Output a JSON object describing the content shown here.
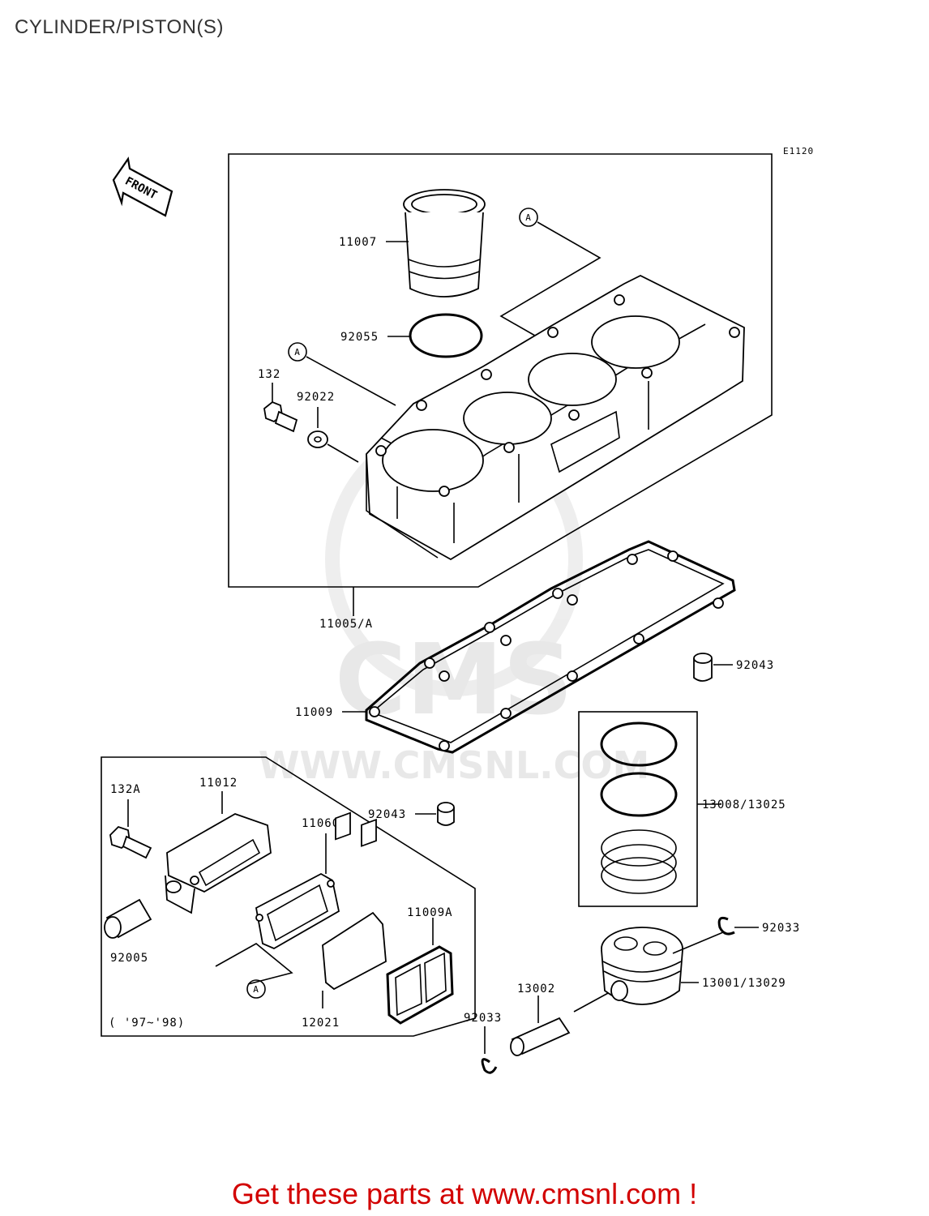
{
  "title": "CYLINDER/PISTON(S)",
  "diagram_code": "E1120",
  "front_label": "FRONT",
  "watermark": {
    "big": "CMS",
    "url": "WWW.CMSNL.COM"
  },
  "labels": {
    "p11007": "11007",
    "p92055": "92055",
    "p132": "132",
    "p92022": "92022",
    "p11005A": "11005/A",
    "p92043a": "92043",
    "p11009": "11009",
    "p13008": "13008/13025",
    "p92043b": "92043",
    "p132A": "132A",
    "p11012": "11012",
    "p11060": "11060",
    "p11009A": "11009A",
    "p92005": "92005",
    "p12021": "12021",
    "p92033a": "92033",
    "p13002": "13002",
    "p92033b": "92033",
    "p13001": "13001/13029",
    "refA1": "A",
    "refA2": "A",
    "refA3": "A",
    "years": "( '97~'98)"
  },
  "footer": "Get these parts at www.cmsnl.com !"
}
